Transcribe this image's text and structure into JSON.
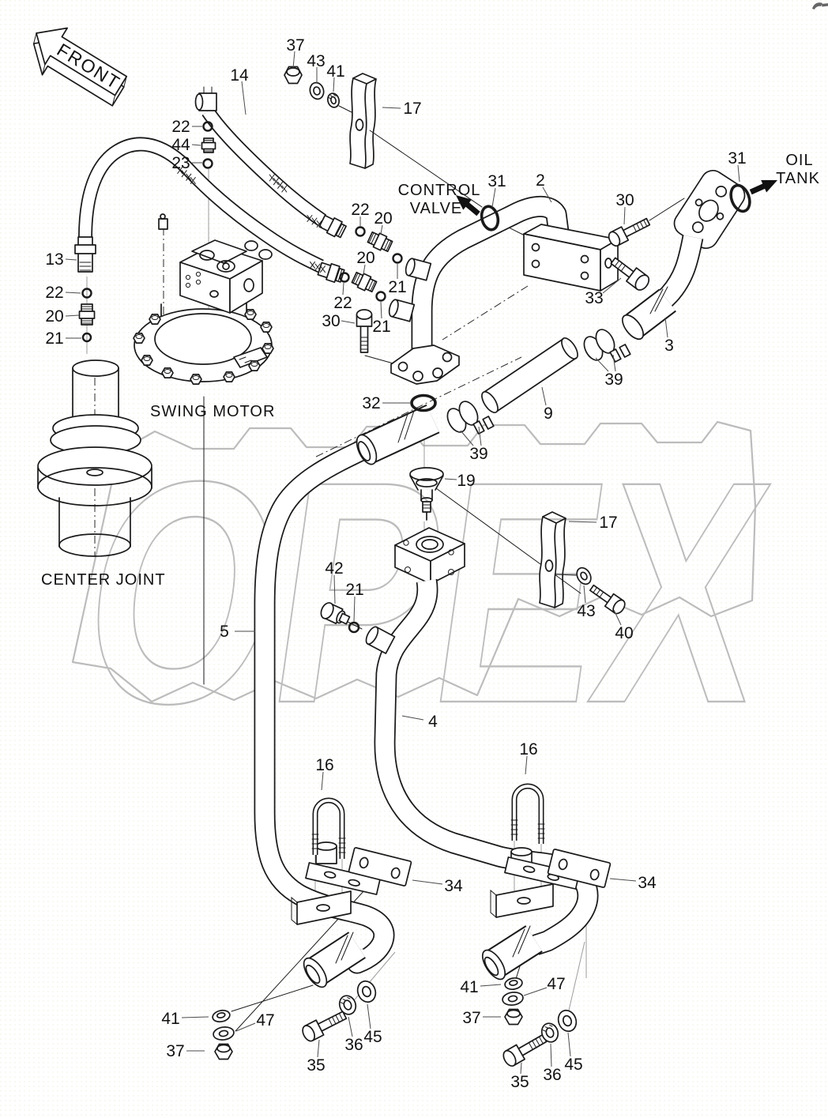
{
  "labels": {
    "front": "FRONT",
    "control_valve": [
      "CONTROL",
      "VALVE"
    ],
    "oil_tank": [
      "OIL",
      "TANK"
    ],
    "swing_motor": "SWING MOTOR",
    "center_joint": "CENTER JOINT",
    "watermark": "OPEX"
  },
  "callouts": [
    "37",
    "43",
    "41",
    "14",
    "17",
    "22",
    "44",
    "23",
    "31",
    "2",
    "30",
    "31",
    "13",
    "22",
    "20",
    "21",
    "22",
    "20",
    "20",
    "21",
    "22",
    "30",
    "21",
    "33",
    "3",
    "39",
    "32",
    "9",
    "39",
    "19",
    "17",
    "42",
    "21",
    "5",
    "43",
    "40",
    "4",
    "16",
    "16",
    "34",
    "34",
    "41",
    "47",
    "37",
    "35",
    "36",
    "45",
    "41",
    "47",
    "37",
    "35",
    "36",
    "45"
  ]
}
